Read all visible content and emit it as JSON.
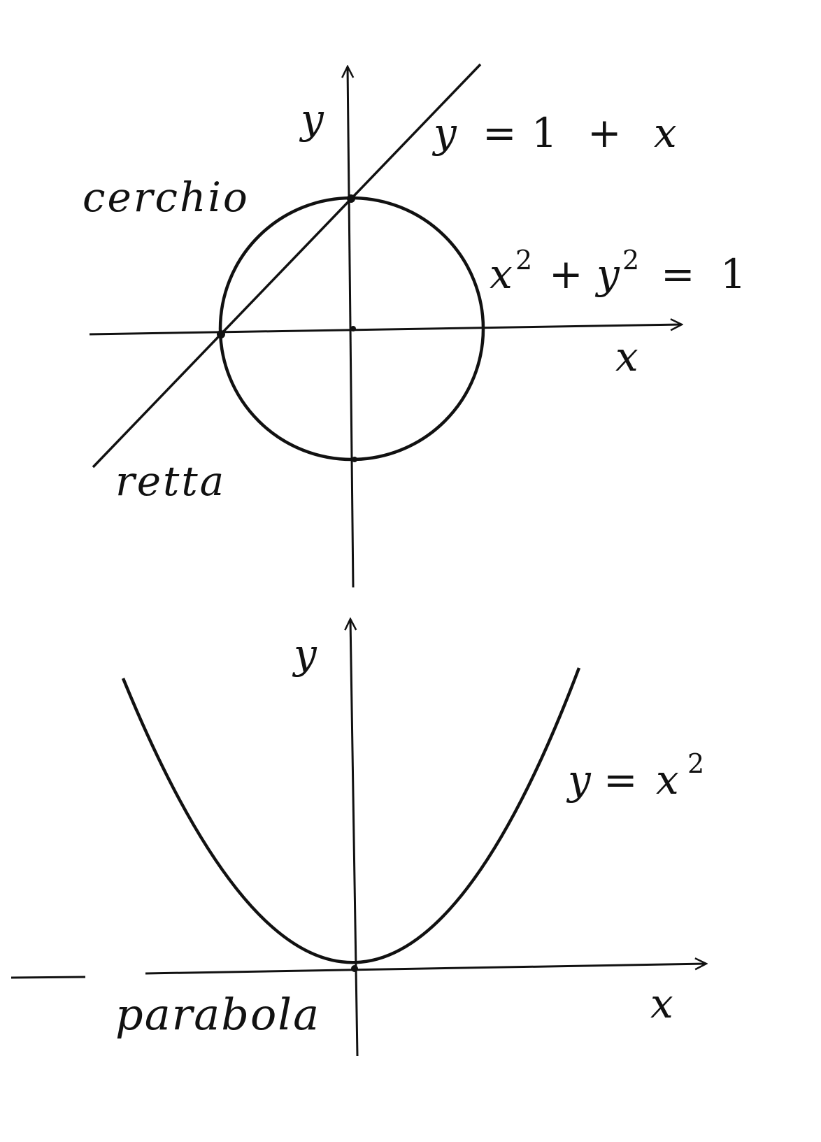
{
  "colors": {
    "ink": "#111111",
    "background": "#ffffff"
  },
  "top_figure": {
    "axis_x_label": "x",
    "axis_y_label": "y",
    "line_equation": {
      "lhs": "y",
      "eq": "=",
      "one": "1",
      "plus": "+",
      "x": "x"
    },
    "circle_equation": {
      "x": "x",
      "exp1": "2",
      "plus": "+",
      "y": "y",
      "exp2": "2",
      "eq": "=",
      "one": "1"
    },
    "circle_name": "cerchio",
    "line_name": "retta"
  },
  "bottom_figure": {
    "axis_x_label": "x",
    "axis_y_label": "y",
    "parabola_equation": {
      "y": "y",
      "eq": "=",
      "x": "x",
      "exp": "2"
    },
    "parabola_name": "parabola"
  }
}
